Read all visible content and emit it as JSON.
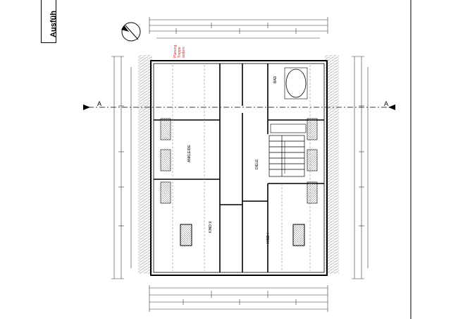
{
  "title_block": {
    "text": "Ausfüh"
  },
  "section_marks": {
    "left": "A",
    "right": "A"
  },
  "red_note": [
    "Planung",
    "Treppe",
    "ändern"
  ],
  "rooms": [
    {
      "key": "ankleide",
      "label": "ANKLEIDE"
    },
    {
      "key": "kind1",
      "label": "KIND I"
    },
    {
      "key": "kind2",
      "label": "KIND II"
    },
    {
      "key": "diele",
      "label": "DIELE"
    },
    {
      "key": "bad",
      "label": "BAD"
    }
  ],
  "colors": {
    "line": "#000000",
    "hatch": "#555555",
    "red_note": "#e0201b",
    "dims": "#333333"
  }
}
